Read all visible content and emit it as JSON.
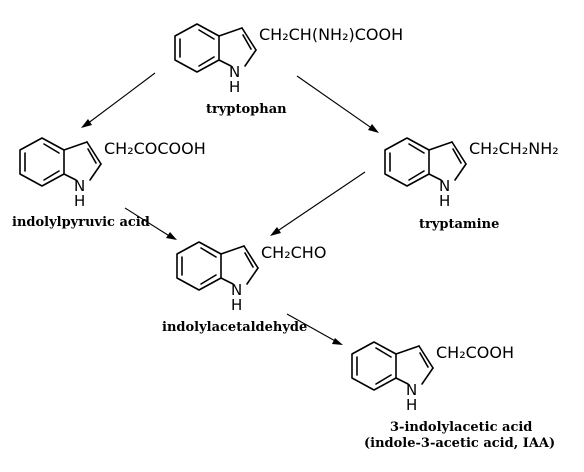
{
  "compounds": {
    "tryptophan": {
      "substituent": "CH₂CH(NH₂)COOH",
      "nh": "H",
      "name": "tryptophan"
    },
    "indolylpyruvic": {
      "substituent": "CH₂COCOOH",
      "nh": "H",
      "name": "indolylpyruvic acid"
    },
    "tryptamine": {
      "substituent": "CH₂CH₂NH₂",
      "nh": "H",
      "name": "tryptamine"
    },
    "indolylacetaldehyde": {
      "substituent": "CH₂CHO",
      "nh": "H",
      "name": "indolylacetaldehyde"
    },
    "iaa": {
      "substituent": "CH₂COOH",
      "nh": "H",
      "name_line1": "3-indolylacetic acid",
      "name_line2": "(indole-3-acetic acid, IAA)"
    }
  }
}
